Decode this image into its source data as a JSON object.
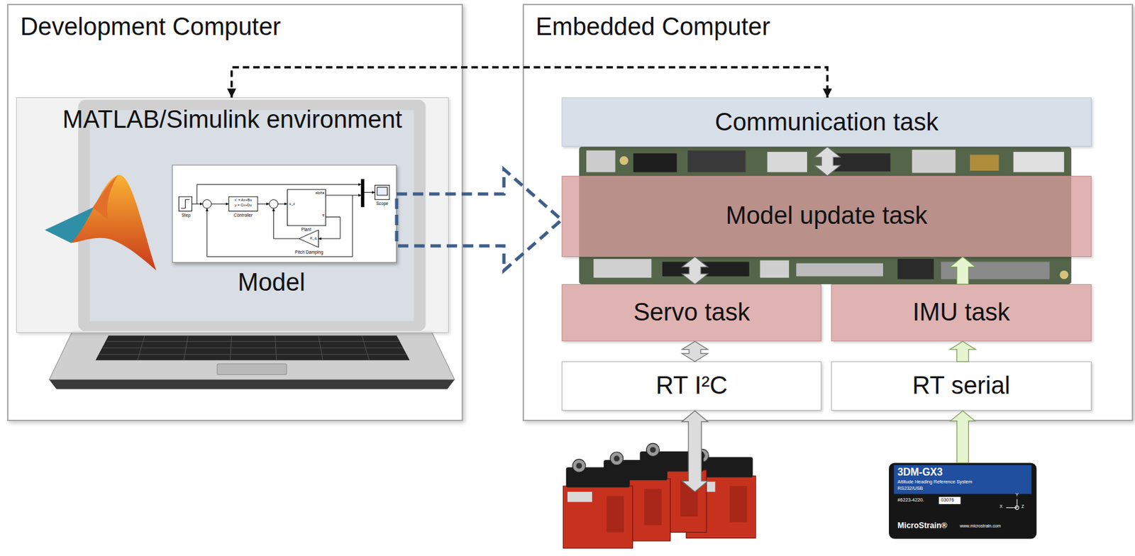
{
  "diagram": {
    "nodes": [
      {
        "text": [
          "Development Computer"
        ]
      },
      {
        "text": [
          "MATLAB/Simulink environment"
        ],
        "in": 0
      },
      {
        "text": [
          "Model"
        ],
        "in": 1
      },
      {
        "text": [
          "Embedded Computer"
        ]
      },
      {
        "text": [
          "Communication task"
        ],
        "in": 3
      },
      {
        "text": [
          "Model update task"
        ],
        "in": 3
      },
      {
        "text": [
          "Servo task"
        ],
        "in": 3
      },
      {
        "text": [
          "IMU task"
        ],
        "in": 3
      },
      {
        "text": [
          "RT I²C"
        ],
        "in": 3
      },
      {
        "text": [
          "RT serial"
        ],
        "in": 3
      }
    ],
    "edges": [
      {
        "from": 1,
        "to": 4,
        "arrow": "both"
      },
      {
        "from": 4,
        "to": 5,
        "arrow": "both"
      },
      {
        "from": 2,
        "to": 5,
        "arrow": "to"
      },
      {
        "from": 5,
        "to": 6,
        "arrow": "both"
      },
      {
        "from": 7,
        "to": 5,
        "arrow": "to"
      },
      {
        "from": 6,
        "to": 8,
        "arrow": "both"
      },
      {
        "from": 9,
        "to": 7,
        "arrow": "to"
      }
    ],
    "labels": [
      "Step",
      "x' = Ax+Bu",
      "y = Cx+Du",
      "Controller",
      "u_c",
      "alpha",
      "q",
      "Plant",
      "Scope",
      "K_q",
      "Pitch Damping",
      "3DM-GX3",
      "Attitude Heading Reference System",
      "RS232/USB",
      "#6223-4220.",
      "03076",
      "MicroStrain®",
      "www.microstrain.com",
      "Y",
      "X",
      "Z"
    ]
  }
}
